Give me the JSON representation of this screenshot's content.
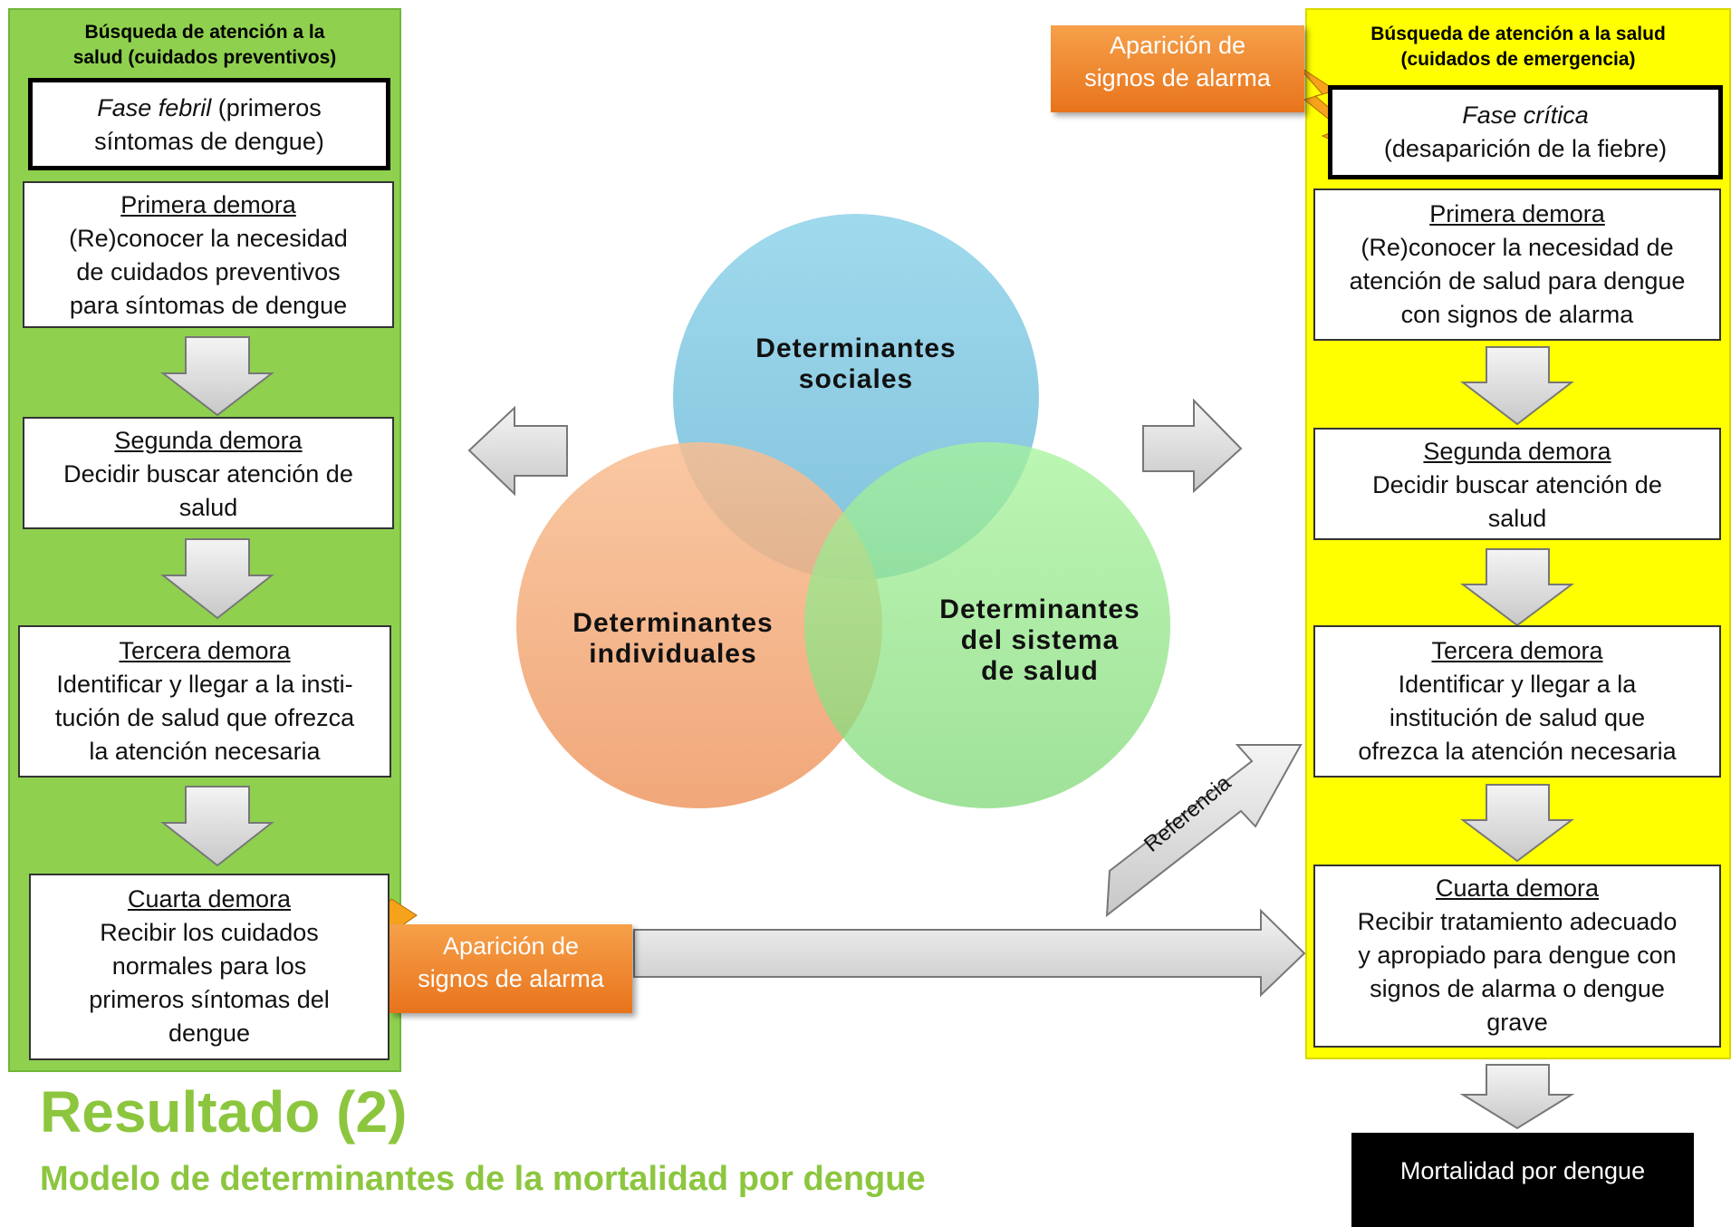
{
  "left_panel": {
    "title_line1": "Búsqueda de atención a la",
    "title_line2": "salud (cuidados preventivos)",
    "phase_line1_em": "Fase febril",
    "phase_line1_rest": " (primeros",
    "phase_line2": "síntomas de dengue)",
    "delay1": {
      "heading": "Primera demora",
      "l1": "(Re)conocer la necesidad",
      "l2": "de cuidados preventivos",
      "l3": "para síntomas de dengue"
    },
    "delay2": {
      "heading": "Segunda demora",
      "l1": "Decidir buscar atención de",
      "l2": "salud"
    },
    "delay3": {
      "heading": "Tercera demora",
      "l1": "Identificar y llegar a la insti-",
      "l2": "tución de salud que ofrezca",
      "l3": "la atención necesaria"
    },
    "delay4": {
      "heading": "Cuarta demora",
      "l1": "Recibir los cuidados",
      "l2": "normales para los",
      "l3": "primeros síntomas del",
      "l4": "dengue"
    }
  },
  "right_panel": {
    "title_line1": "Búsqueda de atención a la salud",
    "title_line2": "(cuidados de emergencia)",
    "phase_line1": "Fase crítica",
    "phase_line2": "(desaparición de la fiebre)",
    "delay1": {
      "heading": "Primera demora",
      "l1": "(Re)conocer la necesidad de",
      "l2": "atención de salud para dengue",
      "l3": "con signos de alarma"
    },
    "delay2": {
      "heading": "Segunda demora",
      "l1": "Decidir buscar atención de",
      "l2": "salud"
    },
    "delay3": {
      "heading": "Tercera demora",
      "l1": "Identificar y llegar a la",
      "l2": "institución de salud que",
      "l3": "ofrezca la atención necesaria"
    },
    "delay4": {
      "heading": "Cuarta demora",
      "l1": "Recibir tratamiento adecuado",
      "l2": "y apropiado para dengue con",
      "l3": "signos de alarma o dengue",
      "l4": "grave"
    }
  },
  "alarm_top": {
    "l1": "Aparición de",
    "l2": "signos de alarma"
  },
  "alarm_bottom": {
    "l1": "Aparición de",
    "l2": "signos de alarma"
  },
  "circles": {
    "social": {
      "l1": "Determinantes",
      "l2": "sociales"
    },
    "individual": {
      "l1": "Determinantes",
      "l2": "individuales"
    },
    "health_system": {
      "l1": "Determinantes",
      "l2": "del sistema",
      "l3": "de salud"
    }
  },
  "referral_label": "Referencia",
  "outcome": "Mortalidad por dengue",
  "result_title": "Resultado (2)",
  "result_subtitle": "Modelo de determinantes de la mortalidad por dengue",
  "colors": {
    "green_panel": "#8fd14f",
    "yellow_panel": "#ffff00",
    "orange": "#f08a2c",
    "circle_blue": "#7ec8e3",
    "circle_orange": "#f4a97a",
    "circle_green": "#8fe08a",
    "title_green": "#8cc63f"
  }
}
